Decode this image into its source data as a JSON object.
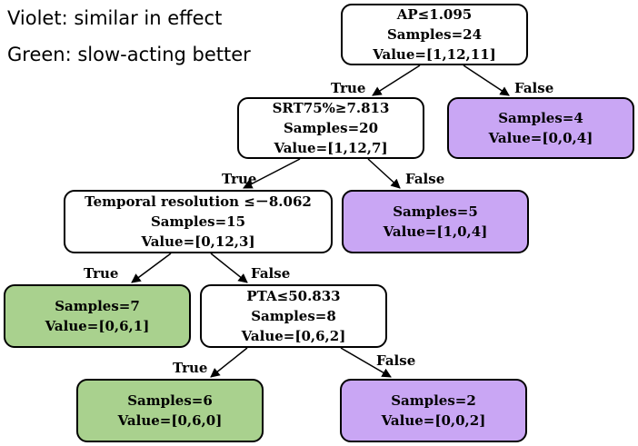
{
  "legend": {
    "violet": "Violet: similar in effect",
    "green": "Green: slow-acting better"
  },
  "colors": {
    "violet": "#c9a6f4",
    "green": "#a9d18e",
    "internal": "#ffffff"
  },
  "nodes": {
    "root": {
      "condition": "AP≤1.095",
      "samples": "Samples=24",
      "value": "Value=[1,12,11]"
    },
    "srt": {
      "condition": "SRT75%≥7.813",
      "samples": "Samples=20",
      "value": "Value=[1,12,7]"
    },
    "leaf_a": {
      "samples": "Samples=4",
      "value": "Value=[0,0,4]"
    },
    "temporal": {
      "condition": "Temporal resolution ≤－8.062",
      "samples": "Samples=15",
      "value": "Value=[0,12,3]"
    },
    "leaf_b": {
      "samples": "Samples=5",
      "value": "Value=[1,0,4]"
    },
    "leaf_c": {
      "samples": "Samples=7",
      "value": "Value=[0,6,1]"
    },
    "pta": {
      "condition": "PTA≤50.833",
      "samples": "Samples=8",
      "value": "Value=[0,6,2]"
    },
    "leaf_d": {
      "samples": "Samples=6",
      "value": "Value=[0,6,0]"
    },
    "leaf_e": {
      "samples": "Samples=2",
      "value": "Value=[0,0,2]"
    }
  },
  "edges": {
    "root_true": "True",
    "root_false": "False",
    "srt_true": "True",
    "srt_false": "False",
    "temporal_true": "True",
    "temporal_false": "False",
    "pta_true": "True",
    "pta_false": "False"
  }
}
